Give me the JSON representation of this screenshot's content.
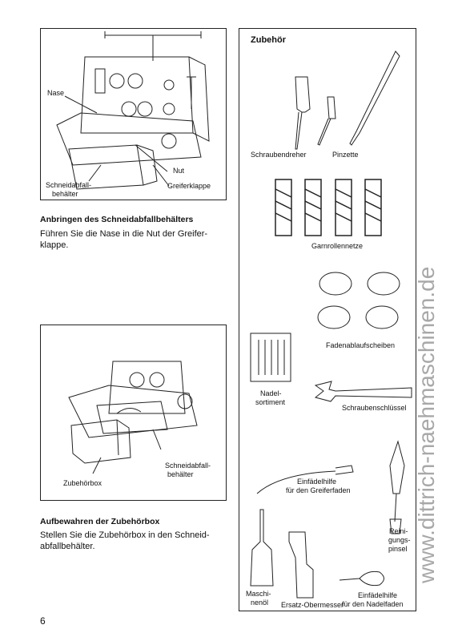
{
  "page_number": "6",
  "watermark": "www.dittrich-naehmaschinen.de",
  "figure1": {
    "labels": {
      "nase": "Nase",
      "nut": "Nut",
      "greiferklappe": "Greiferklappe",
      "schneidabfall_1": "Schneidabfall-",
      "schneidabfall_2": "behälter"
    }
  },
  "section1": {
    "heading": "Anbringen des  Schneidabfallbehälters",
    "text_1": "Führen Sie die Nase in die Nut der Greifer-",
    "text_2": "klappe."
  },
  "figure2": {
    "labels": {
      "schneid_1": "Schneidabfall-",
      "schneid_2": "behälter",
      "zubehoerbox": "Zubehörbox"
    }
  },
  "section2": {
    "heading": "Aufbewahren der Zubehörbox",
    "text_1": "Stellen Sie die Zubehörbox in den Schneid-",
    "text_2": "abfallbehälter."
  },
  "accessories": {
    "title": "Zubehör",
    "items": {
      "schraubendreher": "Schraubendreher",
      "pinzette": "Pinzette",
      "garnrollennetze": "Garnrollennetze",
      "fadenablaufscheiben": "Fadenablaufscheiben",
      "nadel_1": "Nadel-",
      "nadel_2": "sortiment",
      "schraubenschluessel": "Schraubenschlüssel",
      "einf_greifer_1": "Einfädelhilfe",
      "einf_greifer_2": "für den Greiferfaden",
      "reinigung_1": "Reini-",
      "reinigung_2": "gungs-",
      "reinigung_3": "pinsel",
      "oel_1": "Maschi-",
      "oel_2": "nenöl",
      "obermesser": "Ersatz-Obermesser",
      "einf_nadel_1": "Einfädelhilfe",
      "einf_nadel_2": "für den Nadelfaden"
    }
  }
}
